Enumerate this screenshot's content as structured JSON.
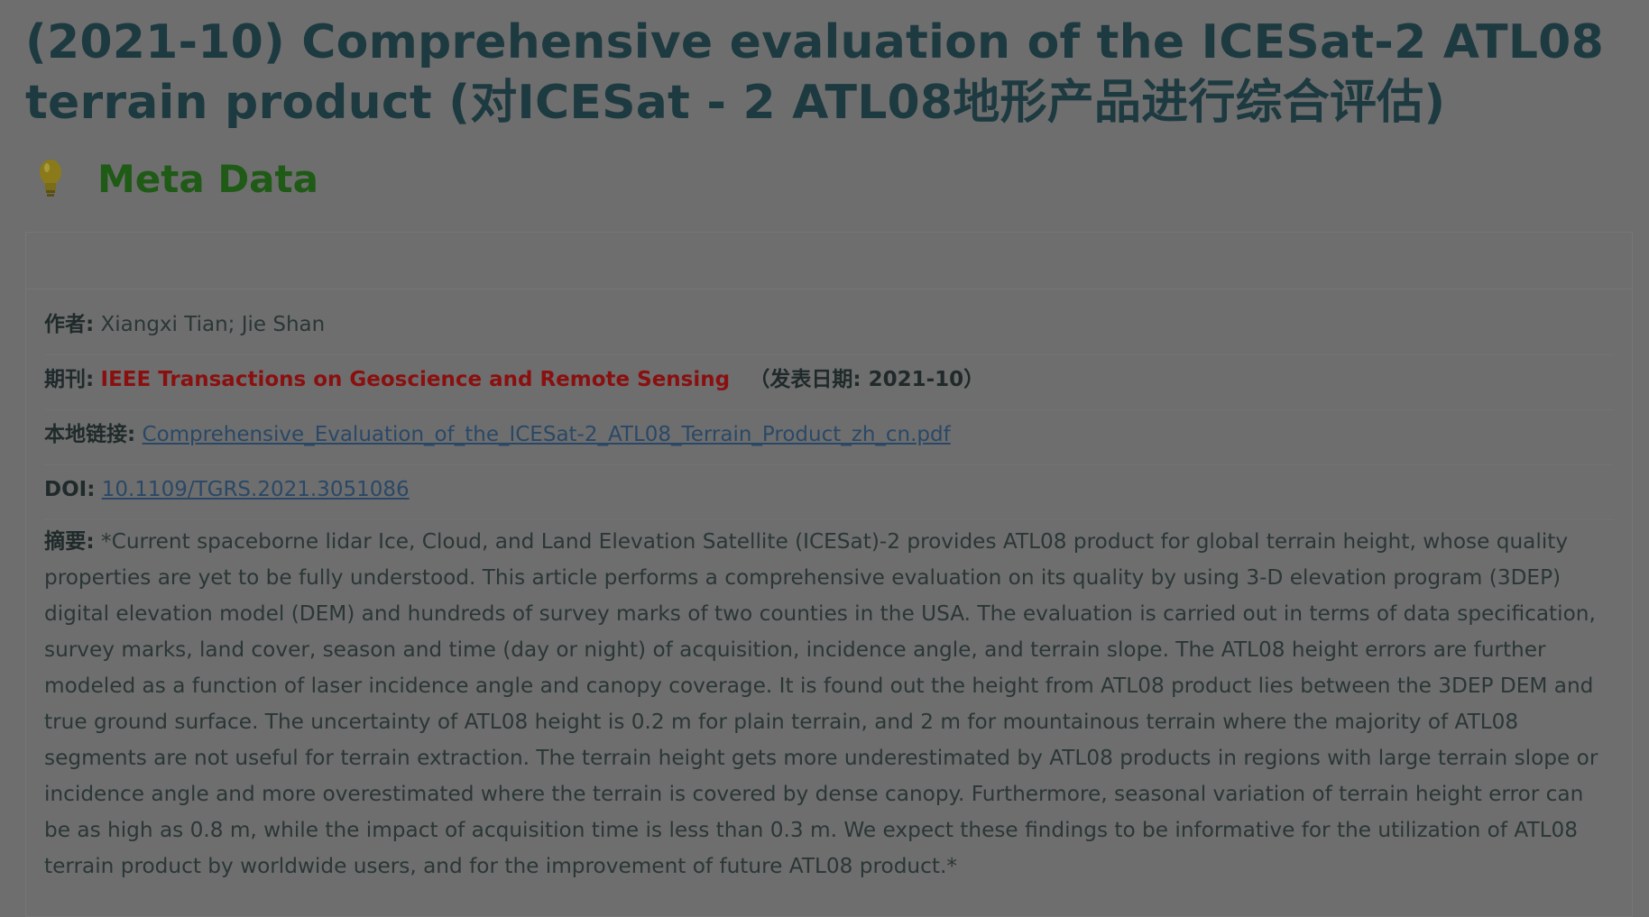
{
  "page": {
    "title": "(2021-10) Comprehensive evaluation of the ICESat-2 ATL08 terrain product (对ICESat - 2 ATL08地形产品进行综合评估)"
  },
  "meta": {
    "heading": "Meta Data",
    "icon": "lightbulb-icon"
  },
  "fields": {
    "authors_label": "作者:",
    "authors": "Xiangxi Tian; Jie Shan",
    "journal_label": "期刊:",
    "journal": "IEEE Transactions on Geoscience and Remote Sensing",
    "pubdate": "（发表日期: 2021-10）",
    "local_link_label": "本地链接:",
    "local_link": "Comprehensive_Evaluation_of_the_ICESat-2_ATL08_Terrain_Product_zh_cn.pdf",
    "doi_label": "DOI:",
    "doi": "10.1109/TGRS.2021.3051086",
    "abstract_label": "摘要:",
    "abstract": "*Current spaceborne lidar Ice, Cloud, and Land Elevation Satellite (ICESat)-2 provides ATL08 product for global terrain height, whose quality properties are yet to be fully understood. This article performs a comprehensive evaluation on its quality by using 3-D elevation program (3DEP) digital elevation model (DEM) and hundreds of survey marks of two counties in the USA. The evaluation is carried out in terms of data specification, survey marks, land cover, season and time (day or night) of acquisition, incidence angle, and terrain slope. The ATL08 height errors are further modeled as a function of laser incidence angle and canopy coverage. It is found out the height from ATL08 product lies between the 3DEP DEM and true ground surface. The uncertainty of ATL08 height is 0.2 m for plain terrain, and 2 m for mountainous terrain where the majority of ATL08 segments are not useful for terrain extraction. The terrain height gets more underestimated by ATL08 products in regions with large terrain slope or incidence angle and more overestimated where the terrain is covered by dense canopy. Furthermore, seasonal variation of terrain height error can be as high as 0.8 m, while the impact of acquisition time is less than 0.3 m. We expect these findings to be informative for the utilization of ATL08 terrain product by worldwide users, and for the improvement of future ATL08 product.*"
  },
  "colors": {
    "overlay_bg": "#6e6e6e",
    "title": "#1d3a40",
    "meta_heading": "#1f5a16",
    "journal": "#8a1010",
    "link": "#2a4866"
  }
}
